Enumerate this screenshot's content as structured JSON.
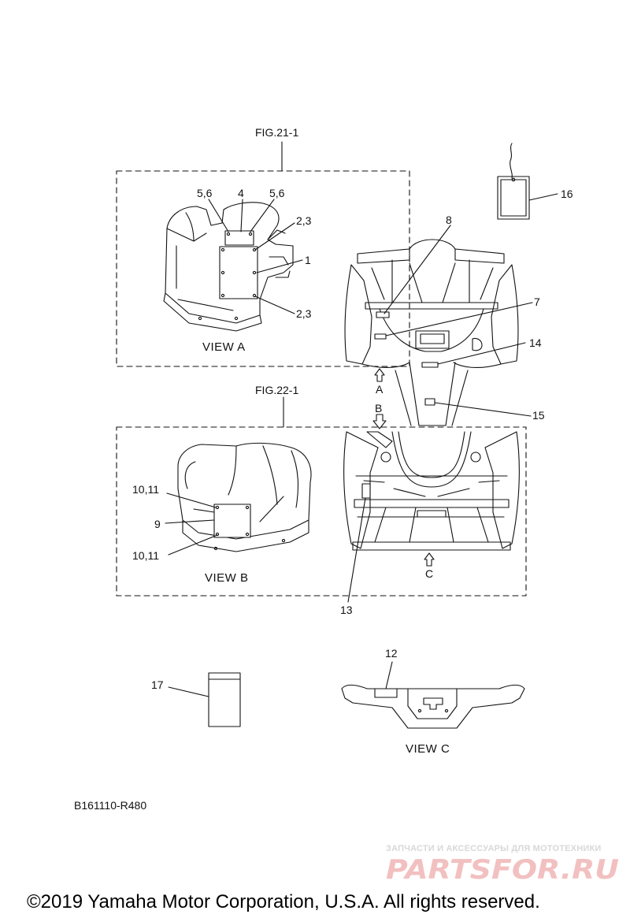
{
  "fig_labels": {
    "fig21": "FIG.21-1",
    "fig22": "FIG.22-1"
  },
  "views": {
    "a": "VIEW A",
    "b": "VIEW B",
    "c": "VIEW C"
  },
  "arrows": {
    "a": "A",
    "b": "B",
    "c": "C"
  },
  "callouts": {
    "c1": "1",
    "c23_top": "2,3",
    "c23_bottom": "2,3",
    "c4": "4",
    "c56_left": "5,6",
    "c56_right": "5,6",
    "c7": "7",
    "c8": "8",
    "c9": "9",
    "c1011_top": "10,11",
    "c1011_bottom": "10,11",
    "c12": "12",
    "c13": "13",
    "c14": "14",
    "c15": "15",
    "c16": "16",
    "c17": "17"
  },
  "ref_code": "B161110-R480",
  "watermark": {
    "tagline": "ЗАПЧАСТИ И АКСЕССУАРЫ ДЛЯ МОТОТЕХНИКИ",
    "logo": "PARTSFOR.RU",
    "logo_color": "#f2c0c0"
  },
  "copyright": "©2019 Yamaha Motor Corporation, U.S.A. All rights reserved.",
  "colors": {
    "line": "#111111",
    "watermark_text": "#d8d8d8"
  }
}
